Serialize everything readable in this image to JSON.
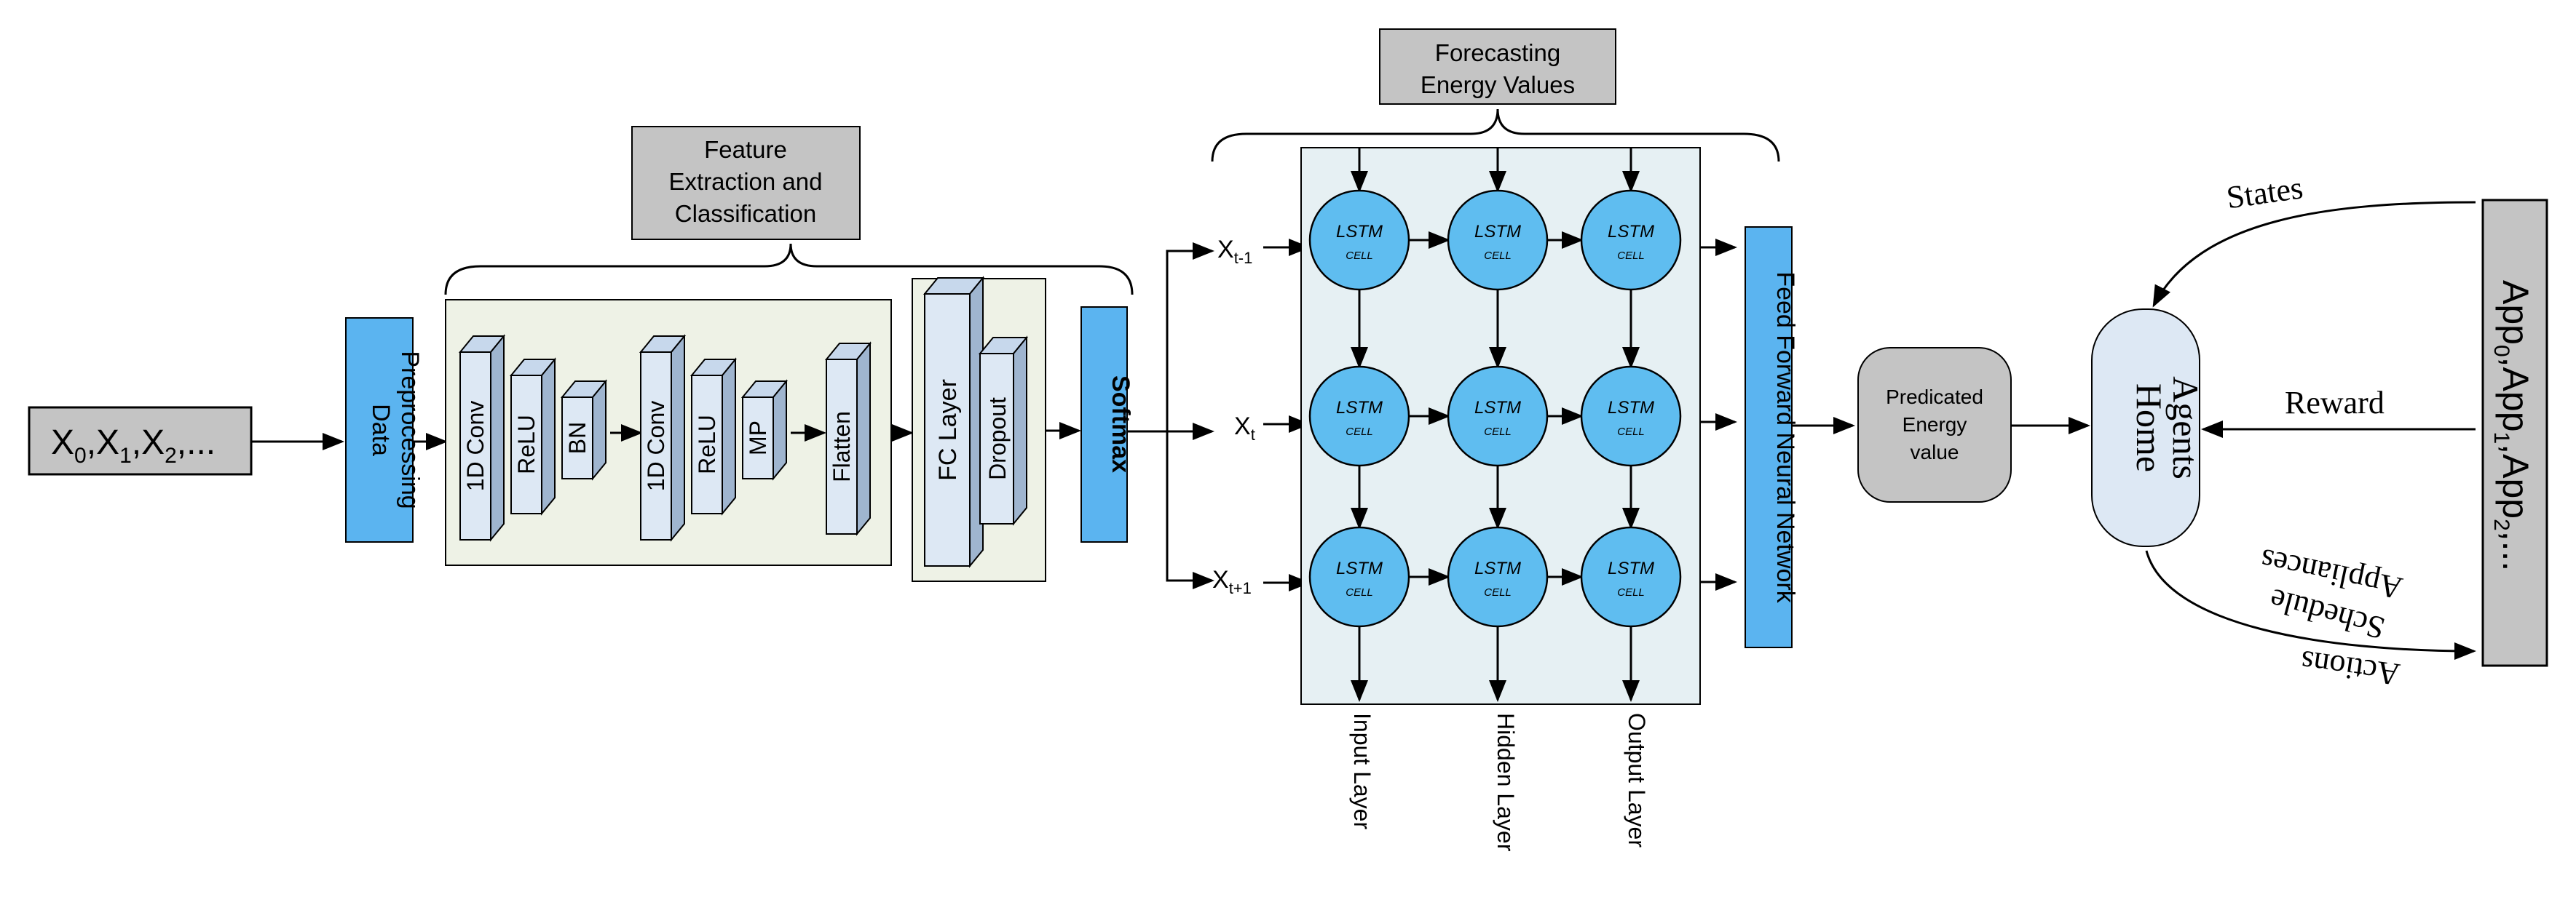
{
  "input": {
    "sequence": [
      "X",
      "0",
      ",X",
      "1",
      ",X",
      "2",
      ",..."
    ]
  },
  "preprocessing": {
    "line1": "Data",
    "line2": "Preprocessing"
  },
  "feature": {
    "line1": "Feature",
    "line2": "Extraction and",
    "line3": "Classification"
  },
  "cnn": {
    "conv1": "1D Conv",
    "relu1": "ReLU",
    "bn": "BN",
    "conv2": "1D Conv",
    "relu2": "ReLU",
    "mp": "MP",
    "flatten": "Flatten",
    "fc": "FC Layer",
    "dropout": "Dropout",
    "softmax": "Softmax"
  },
  "forecast": {
    "line1": "Forecasting",
    "line2": "Energy Values"
  },
  "lstm": {
    "cell_top": "LSTM",
    "cell_bottom": "CELL",
    "inputs": [
      {
        "base": "X",
        "sub": "t-1"
      },
      {
        "base": "X",
        "sub": "t"
      },
      {
        "base": "X",
        "sub": "t+1"
      }
    ],
    "layers": [
      "Input Layer",
      "Hidden Layer",
      "Output Layer"
    ]
  },
  "ffnn": {
    "label": "Feed Forward Neural Network"
  },
  "predicted": {
    "line1": "Predicated",
    "line2": "Energy",
    "line3": "value"
  },
  "agents": {
    "line1": "Home",
    "line2": "Agents"
  },
  "environment": {
    "sequence": [
      "App",
      "0",
      ",App",
      "1",
      ",App",
      "2",
      ",..."
    ]
  },
  "rl": {
    "states": "States",
    "reward": "Reward",
    "actions": "Actions",
    "schedule": "Schedule",
    "appliances": "Appliances"
  },
  "colors": {
    "blue": "#5bb4f0",
    "lightblue": "#dde8f4",
    "panel_green": "#eef2e6",
    "panel_blue": "#e6f0f3",
    "gray": "#c4c4c4",
    "cell": "#5fbdf0"
  }
}
